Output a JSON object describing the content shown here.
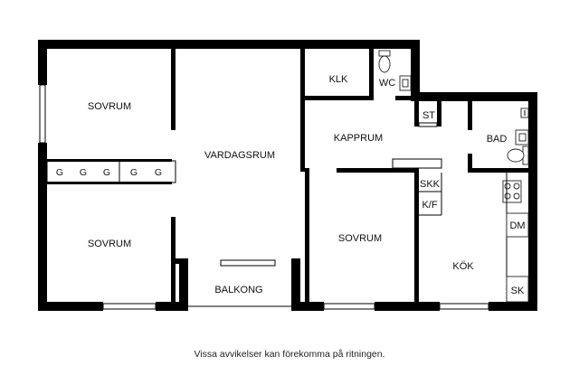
{
  "plan": {
    "rooms": {
      "sovrum_top": "SOVRUM",
      "sovrum_bottom": "SOVRUM",
      "sovrum_center": "SOVRUM",
      "vardagsrum": "VARDAGSRUM",
      "kapprum": "KAPPRUM",
      "klk": "KLK",
      "wc": "WC",
      "st": "ST",
      "bad": "BAD",
      "skk": "SKK",
      "kf": "K/F",
      "dm": "DM",
      "sk": "SK",
      "kok": "KÖK",
      "balkong": "BALKONG"
    },
    "closets": [
      "G",
      "G",
      "G",
      "G",
      "G"
    ]
  },
  "disclaimer": "Vissa avvikelser kan förekomma på ritningen."
}
